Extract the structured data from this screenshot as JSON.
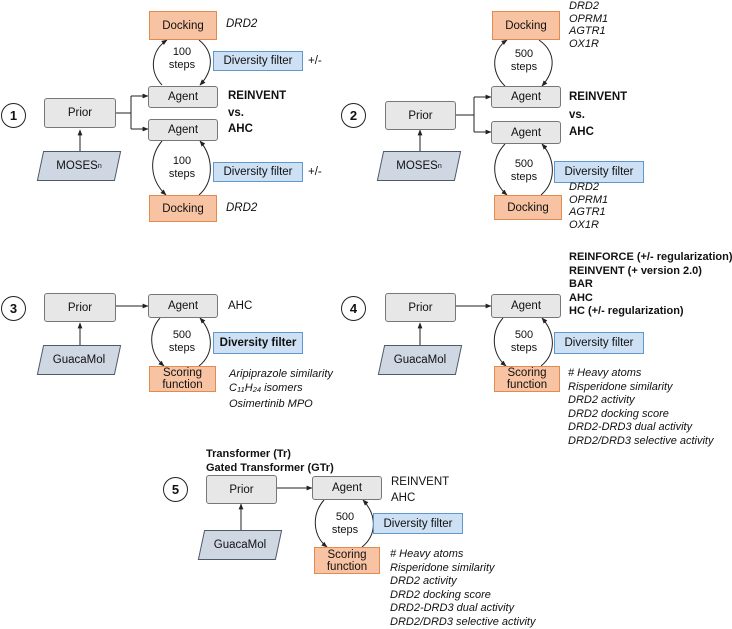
{
  "panels": {
    "p1": {
      "number": "1",
      "prior": "Prior",
      "dataset": "MOSES",
      "dataset_sup": "n",
      "agent_top": "Agent",
      "agent_bottom": "Agent",
      "method_top": "REINVENT",
      "vs": "vs.",
      "method_bottom": "AHC",
      "docking_top": "Docking",
      "docking_bottom": "Docking",
      "target_top": "DRD2",
      "target_bottom": "DRD2",
      "steps_top": "100\nsteps",
      "steps_bottom": "100\nsteps",
      "diversity_top": "Diversity filter",
      "diversity_bottom": "Diversity filter",
      "pm_top": "+/-",
      "pm_bottom": "+/-"
    },
    "p2": {
      "number": "2",
      "prior": "Prior",
      "dataset": "MOSES",
      "dataset_sup": "n",
      "agent_top": "Agent",
      "agent_bottom": "Agent",
      "method_top": "REINVENT",
      "vs": "vs.",
      "method_bottom": "AHC",
      "docking_top": "Docking",
      "docking_bottom": "Docking",
      "targets_top": [
        "DRD2",
        "OPRM1",
        "AGTR1",
        "OX1R"
      ],
      "targets_bottom": [
        "DRD2",
        "OPRM1",
        "AGTR1",
        "OX1R"
      ],
      "steps_top": "500\nsteps",
      "steps_bottom": "500\nsteps",
      "diversity": "Diversity filter"
    },
    "p3": {
      "number": "3",
      "prior": "Prior",
      "dataset": "GuacaMol",
      "agent": "Agent",
      "method": "AHC",
      "steps": "500\nsteps",
      "diversity": "Diversity filter",
      "scoring": "Scoring\nfunction",
      "objectives": {
        "o1": "Aripiprazole similarity",
        "o2_c": "C",
        "o2_sub1": "11",
        "o2_h": "H",
        "o2_sub2": "24",
        "o2_rest": " isomers",
        "o3": "Osimertinib MPO"
      }
    },
    "p4": {
      "number": "4",
      "prior": "Prior",
      "dataset": "GuacaMol",
      "agent": "Agent",
      "methods": [
        "REINFORCE (+/- regularization)",
        "REINVENT (+ version 2.0)",
        "BAR",
        "AHC",
        "HC (+/- regularization)"
      ],
      "steps": "500\nsteps",
      "diversity": "Diversity filter",
      "scoring": "Scoring\nfunction",
      "objectives": [
        "# Heavy atoms",
        "Risperidone similarity",
        "DRD2 activity",
        "DRD2 docking score",
        "DRD2-DRD3 dual activity",
        "DRD2/DRD3 selective activity"
      ]
    },
    "p5": {
      "number": "5",
      "models": [
        "Transformer (Tr)",
        "Gated Transformer (GTr)"
      ],
      "prior": "Prior",
      "dataset": "GuacaMol",
      "agent": "Agent",
      "methods": [
        "REINVENT",
        "AHC"
      ],
      "steps": "500\nsteps",
      "diversity": "Diversity filter",
      "scoring": "Scoring\nfunction",
      "objectives": [
        "# Heavy atoms",
        "Risperidone similarity",
        "DRD2 activity",
        "DRD2 docking score",
        "DRD2-DRD3 dual activity",
        "DRD2/DRD3 selective activity"
      ]
    }
  }
}
